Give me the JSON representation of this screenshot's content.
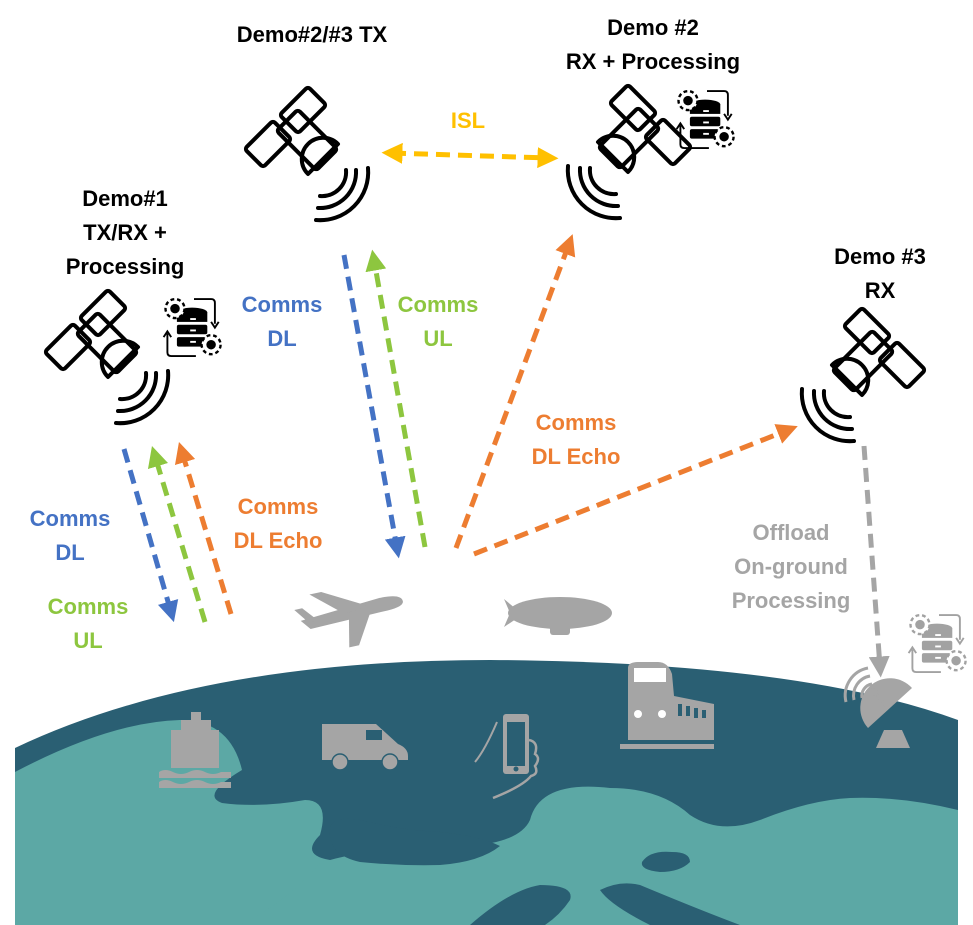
{
  "colors": {
    "dl": "#4472c4",
    "ul": "#8dc63f",
    "echo": "#ed7d31",
    "isl": "#ffc000",
    "offload": "#a5a5a5",
    "icon_gray": "#a5a5a5",
    "ocean": "#2a5f73",
    "land": "#5ca8a5",
    "satellite_stroke": "#000000"
  },
  "satellites": [
    {
      "id": "demo1",
      "title_lines": [
        "Demo#1",
        "TX/RX +",
        "Processing"
      ],
      "has_processing": true
    },
    {
      "id": "demo23-tx",
      "title_lines": [
        "Demo#2/#3  TX"
      ],
      "has_processing": false
    },
    {
      "id": "demo2-rx",
      "title_lines": [
        "Demo #2",
        "RX + Processing"
      ],
      "has_processing": true
    },
    {
      "id": "demo3-rx",
      "title_lines": [
        "Demo #3",
        "RX"
      ],
      "has_processing": false
    }
  ],
  "links": {
    "isl": {
      "label": "ISL"
    },
    "demo1_dl": {
      "label_lines": [
        "Comms",
        "DL"
      ]
    },
    "demo1_ul": {
      "label_lines": [
        "Comms",
        "UL"
      ]
    },
    "demo1_echo": {
      "label_lines": [
        "Comms",
        "DL Echo"
      ]
    },
    "tx_dl": {
      "label_lines": [
        "Comms",
        "DL"
      ]
    },
    "tx_ul": {
      "label_lines": [
        "Comms",
        "UL"
      ]
    },
    "echo_to_rx": {
      "label_lines": [
        "Comms",
        "DL Echo"
      ]
    },
    "offload": {
      "label_lines": [
        "Offload",
        "On-ground",
        "Processing"
      ]
    }
  },
  "ground_terminals": [
    "airplane",
    "airship",
    "ship",
    "van",
    "smartphone",
    "train",
    "ground-station"
  ]
}
